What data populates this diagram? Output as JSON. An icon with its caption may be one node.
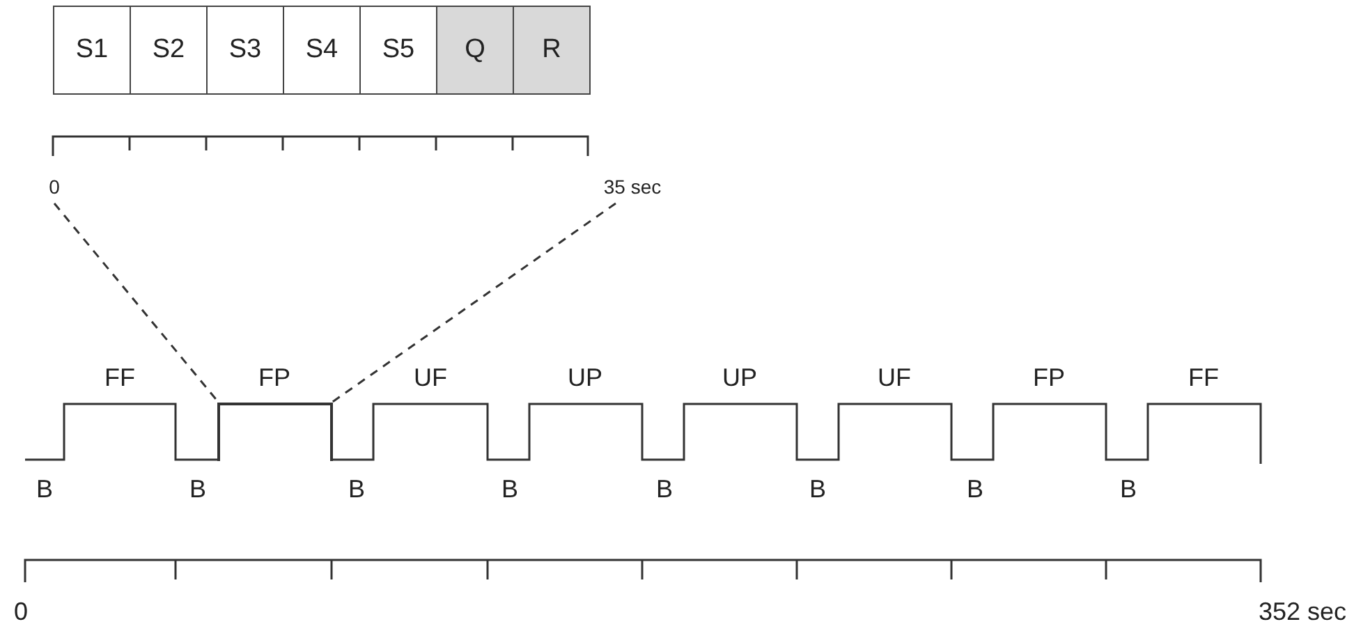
{
  "diagram": {
    "nodes": [
      {
        "text": [
          "S1"
        ]
      },
      {
        "text": [
          "S2"
        ]
      },
      {
        "text": [
          "S3"
        ]
      },
      {
        "text": [
          "S4"
        ]
      },
      {
        "text": [
          "S5"
        ]
      },
      {
        "text": [
          "Q"
        ]
      },
      {
        "text": [
          "R"
        ]
      },
      {
        "text": [
          "0"
        ]
      },
      {
        "text": [
          "35 sec"
        ]
      },
      {
        "text": [],
        "shape": "bar"
      }
    ],
    "edges": [
      {
        "from": 7,
        "to": 9,
        "arrow": "none",
        "style": "dashed"
      },
      {
        "from": 8,
        "to": 9,
        "arrow": "none",
        "style": "dashed"
      }
    ],
    "labels": [
      "FF",
      "FP",
      "UF",
      "UP",
      "UP",
      "UF",
      "FP",
      "FF",
      "B",
      "B",
      "B",
      "B",
      "B",
      "B",
      "B",
      "B",
      "0",
      "352 sec"
    ]
  }
}
